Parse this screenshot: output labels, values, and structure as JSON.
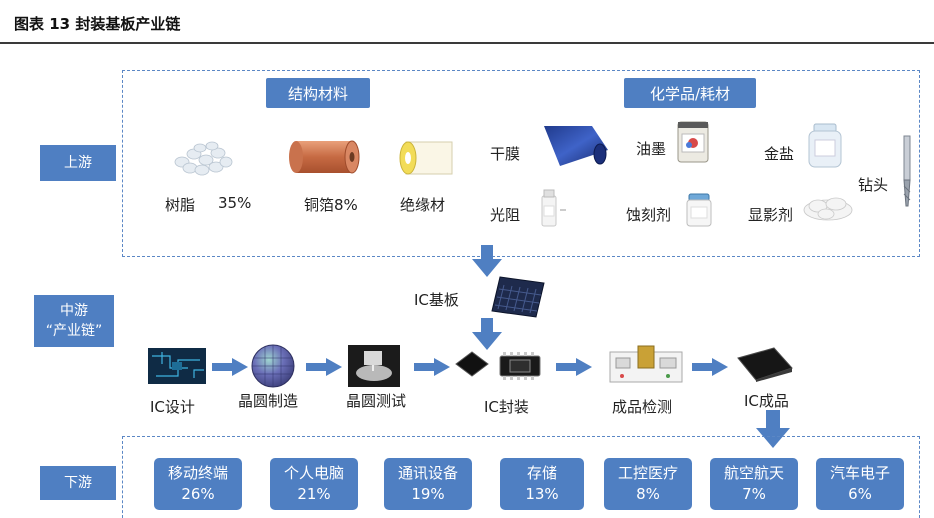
{
  "title": "图表 13 封装基板产业链",
  "stages": {
    "upstream": "上游",
    "midstream": "中游\n“产业链”",
    "downstream": "下游"
  },
  "upstream": {
    "structural_header": "结构材料",
    "chemical_header": "化学品/耗材",
    "structural_items": [
      {
        "label": "树脂",
        "pct": "35%",
        "icon": "resin-pellets"
      },
      {
        "label": "铜箔8%",
        "icon": "copper-foil-roll"
      },
      {
        "label": "绝缘材",
        "icon": "insulation-roll"
      }
    ],
    "chemical_items": [
      {
        "label": "干膜",
        "icon": "dry-film-roll"
      },
      {
        "label": "光阻",
        "icon": "photoresist-bottle"
      },
      {
        "label": "油墨",
        "icon": "ink-can"
      },
      {
        "label": "蚀刻剂",
        "icon": "etchant-jar"
      },
      {
        "label": "金盐",
        "icon": "gold-salt-bottle"
      },
      {
        "label": "显影剂",
        "icon": "developer-powder"
      },
      {
        "label": "钻头",
        "icon": "drill-bit"
      }
    ]
  },
  "midstream": {
    "substrate_label": "IC基板",
    "process": [
      {
        "label": "IC设计",
        "icon": "circuit-board"
      },
      {
        "label": "晶圆制造",
        "icon": "wafer"
      },
      {
        "label": "晶圆测试",
        "icon": "wafer-prober"
      },
      {
        "label": "IC封装",
        "icon": "chip-package"
      },
      {
        "label": "成品检测",
        "icon": "test-board"
      },
      {
        "label": "IC成品",
        "icon": "finished-ic"
      }
    ]
  },
  "downstream": [
    {
      "name": "移动终端",
      "pct": "26%"
    },
    {
      "name": "个人电脑",
      "pct": "21%"
    },
    {
      "name": "通讯设备",
      "pct": "19%"
    },
    {
      "name": "存储",
      "pct": "13%"
    },
    {
      "name": "工控医疗",
      "pct": "8%"
    },
    {
      "name": "航空航天",
      "pct": "7%"
    },
    {
      "name": "汽车电子",
      "pct": "6%"
    }
  ],
  "colors": {
    "accent": "#4f7fc2",
    "dash": "#5b87c5"
  }
}
